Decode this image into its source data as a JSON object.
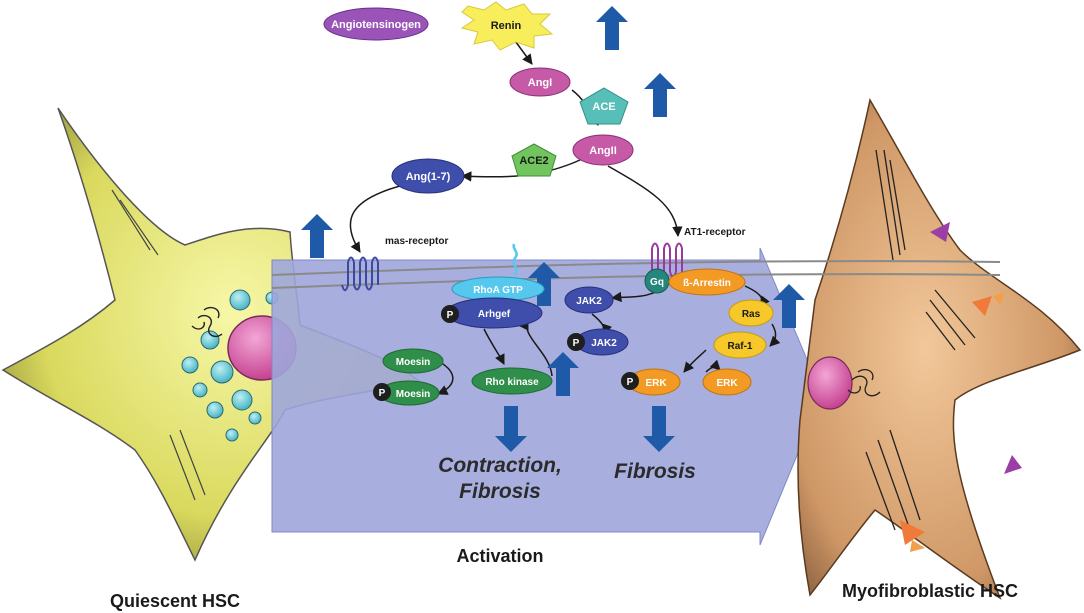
{
  "nodes": {
    "angiotensinogen": "Angiotensinogen",
    "renin": "Renin",
    "angI": "AngI",
    "ace": "ACE",
    "angII": "AngII",
    "ace2": "ACE2",
    "ang17": "Ang(1-7)",
    "mas_receptor": "mas-receptor",
    "at1_receptor": "AT1-receptor",
    "rhoa_gtp": "RhoA GTP",
    "arhgef": "Arhgef",
    "moesin": "Moesin",
    "p_moesin": "Moesin",
    "rho_kinase": "Rho kinase",
    "jak2": "JAK2",
    "p_jak2": "JAK2",
    "gq": "Gq",
    "b_arrestin": "ß-Arrestin",
    "ras": "Ras",
    "raf1": "Raf-1",
    "erk": "ERK",
    "p_erk": "ERK",
    "phospho": "P"
  },
  "outcomes": {
    "contraction_line1": "Contraction,",
    "contraction_line2": "Fibrosis",
    "fibrosis": "Fibrosis"
  },
  "labels": {
    "activation": "Activation",
    "quiescent": "Quiescent HSC",
    "myofibroblastic": "Myofibroblastic HSC"
  },
  "colors": {
    "activation_arrow": "#9ea6da",
    "quiescent_cell": "#dede6a",
    "myofibroblast_cell": "#d4a070",
    "nucleus": "#dd5aa8",
    "vesicle": "#66ccd8",
    "up_down_arrow": "#1f5aa8",
    "purple_node": "#9a54b8",
    "pink_node": "#c65aa6",
    "teal_node": "#58bfb8",
    "green_node": "#72c45e",
    "navy_node": "#3e4eaa",
    "lightblue_node": "#56c8ee",
    "moesin_green": "#2f8f4a",
    "orange_node": "#f39a24",
    "yellow_node": "#f6c82a",
    "teal_gq": "#24867c"
  }
}
